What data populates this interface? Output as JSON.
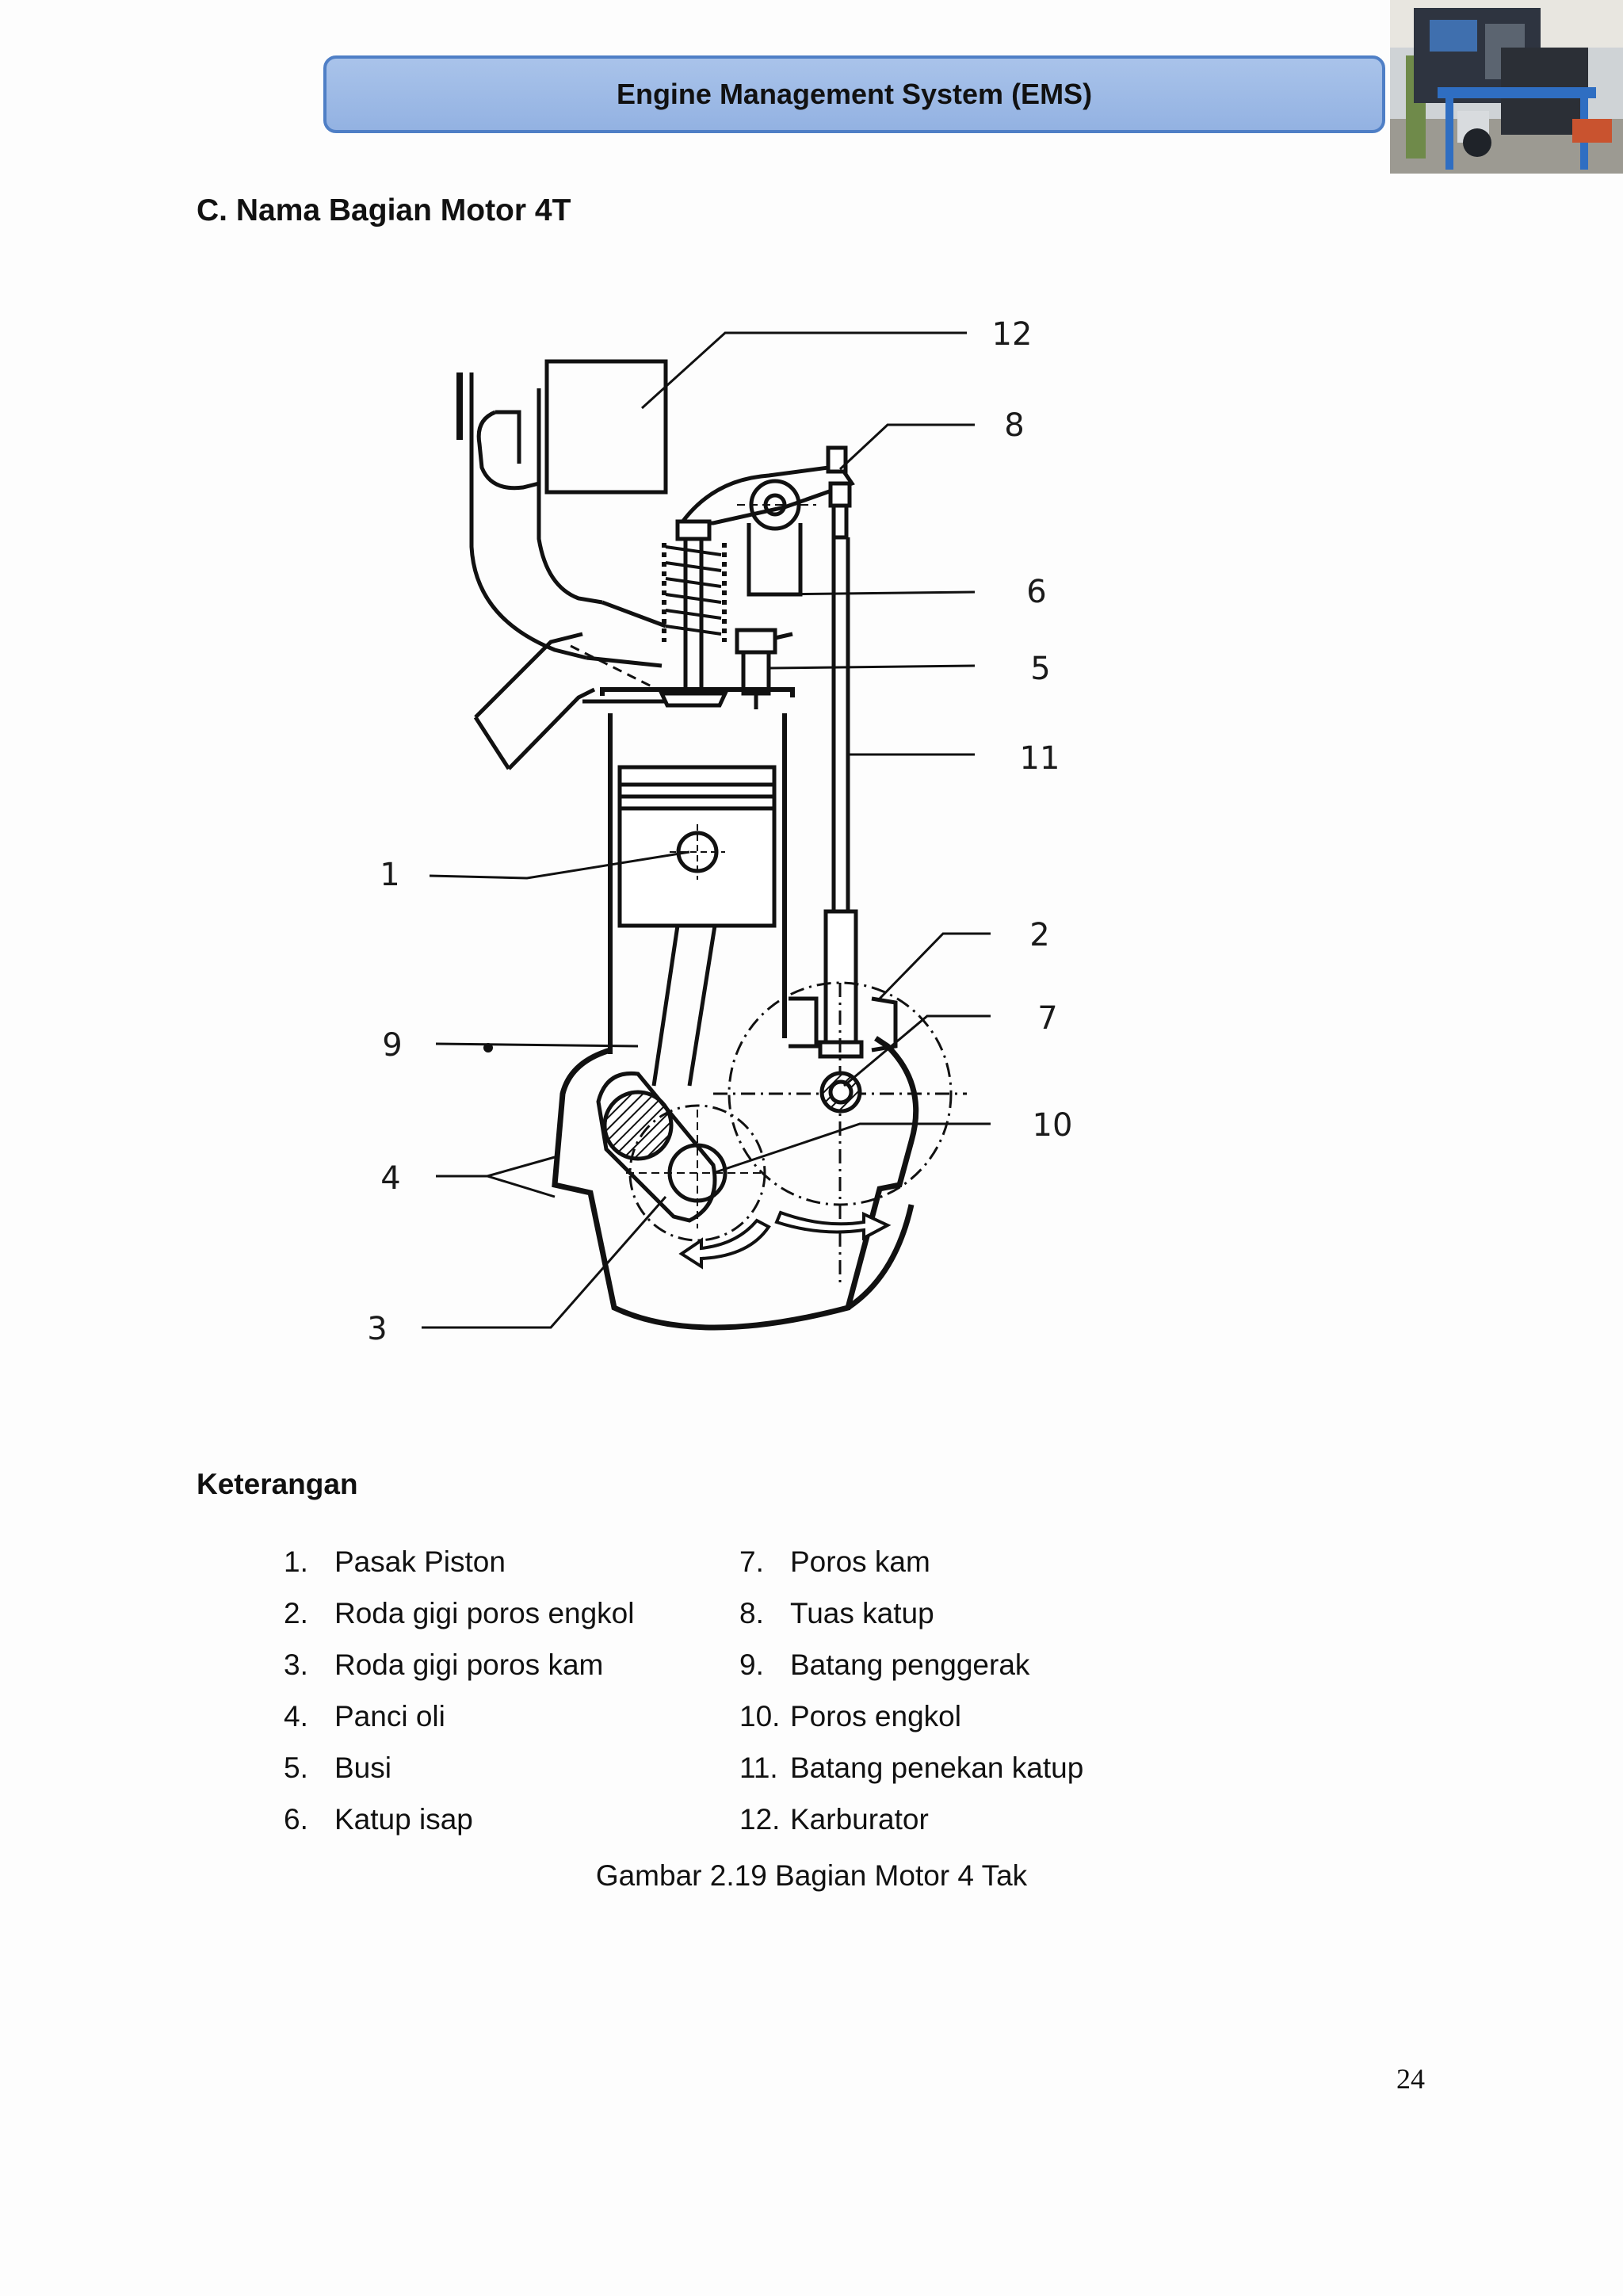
{
  "header": {
    "title": "Engine Management System (EMS)"
  },
  "section": {
    "title": "C. Nama Bagian Motor 4T"
  },
  "diagram": {
    "callouts": [
      "12",
      "8",
      "6",
      "5",
      "11",
      "1",
      "2",
      "7",
      "9",
      "10",
      "4",
      "3"
    ]
  },
  "legend": {
    "title": "Keterangan",
    "left": [
      {
        "num": "1.",
        "label": "Pasak Piston"
      },
      {
        "num": "2.",
        "label": "Roda gigi poros engkol"
      },
      {
        "num": "3.",
        "label": "Roda gigi poros kam"
      },
      {
        "num": "4.",
        "label": "Panci oli"
      },
      {
        "num": "5.",
        "label": "Busi"
      },
      {
        "num": "6.",
        "label": "Katup isap"
      }
    ],
    "right": [
      {
        "num": "7.",
        "label": "Poros kam"
      },
      {
        "num": "8.",
        "label": "Tuas katup"
      },
      {
        "num": "9.",
        "label": "Batang penggerak"
      },
      {
        "num": "10.",
        "label": "Poros engkol"
      },
      {
        "num": "11.",
        "label": "Batang penekan katup"
      },
      {
        "num": "12.",
        "label": "Karburator"
      }
    ]
  },
  "caption": "Gambar 2.19 Bagian Motor 4 Tak",
  "page_number": "24"
}
